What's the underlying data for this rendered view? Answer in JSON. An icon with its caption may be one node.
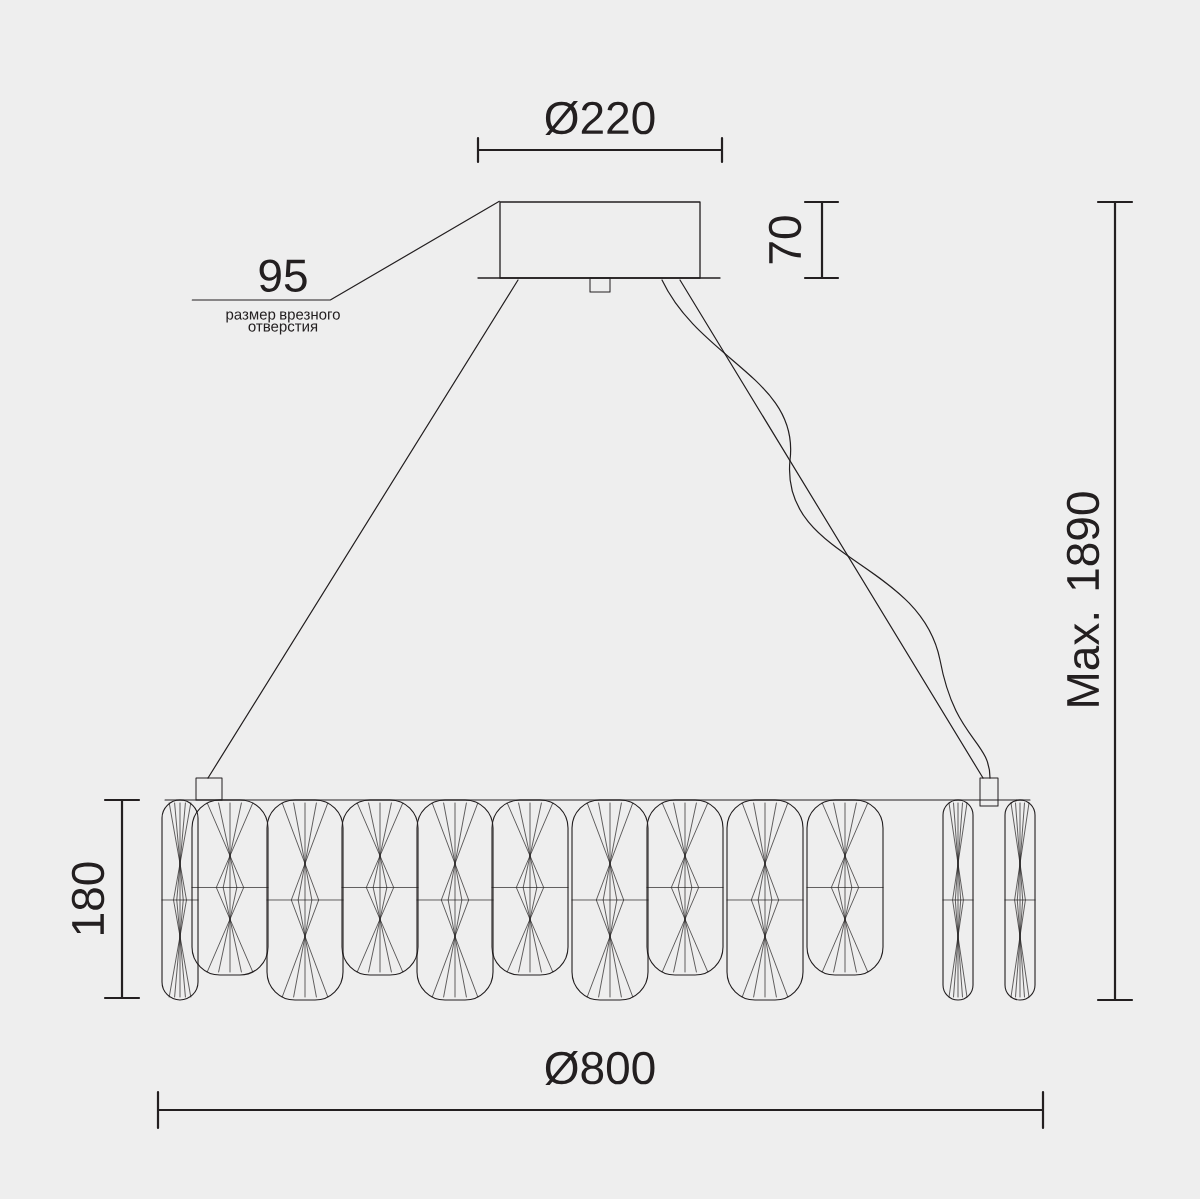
{
  "diagram": {
    "nodes": [
      {
        "text": [
          "95",
          "размер врезного отверстия"
        ]
      },
      {
        "text": [],
        "shape": "box"
      }
    ],
    "edges": [
      {
        "from": 0,
        "to": 1,
        "arrow": "none"
      }
    ],
    "labels": [
      "Ø220",
      "70",
      "Max. 1890",
      "180",
      "Ø800"
    ]
  }
}
